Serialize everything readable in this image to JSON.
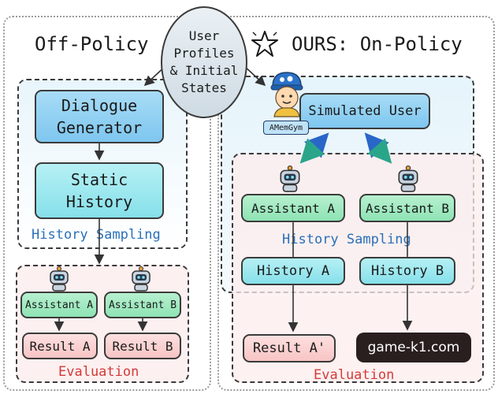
{
  "left": {
    "title": "Off-Policy",
    "dialogue_generator": "Dialogue Generator",
    "static_history": "Static History",
    "history_sampling": "History Sampling",
    "assistant_a": "Assistant A",
    "assistant_b": "Assistant B",
    "result_a": "Result A",
    "result_b": "Result B",
    "evaluation": "Evaluation"
  },
  "center": {
    "bubble_text": "User Profiles & Initial States"
  },
  "right": {
    "title": "OURS: On-Policy",
    "simulated_user": "Simulated User",
    "badge": "AMemGym",
    "assistant_a": "Assistant A",
    "assistant_b": "Assistant B",
    "history_sampling": "History Sampling",
    "history_a": "History A",
    "history_b": "History B",
    "result_a": "Result A'",
    "watermark": "game-k1.com",
    "evaluation": "Evaluation"
  },
  "colors": {
    "blue_box": "#7ec6ef",
    "cyan_box": "#86e0ea",
    "green_box": "#8ee3b4",
    "pink_box": "#f8c4c4",
    "label_blue": "#2a6fb8",
    "label_red": "#d23a3a",
    "arrow_teal": "#2aa58a",
    "arrow_blue": "#2a66c8"
  },
  "icons": [
    "robot-icon",
    "user-avatar-icon",
    "star-icon"
  ]
}
